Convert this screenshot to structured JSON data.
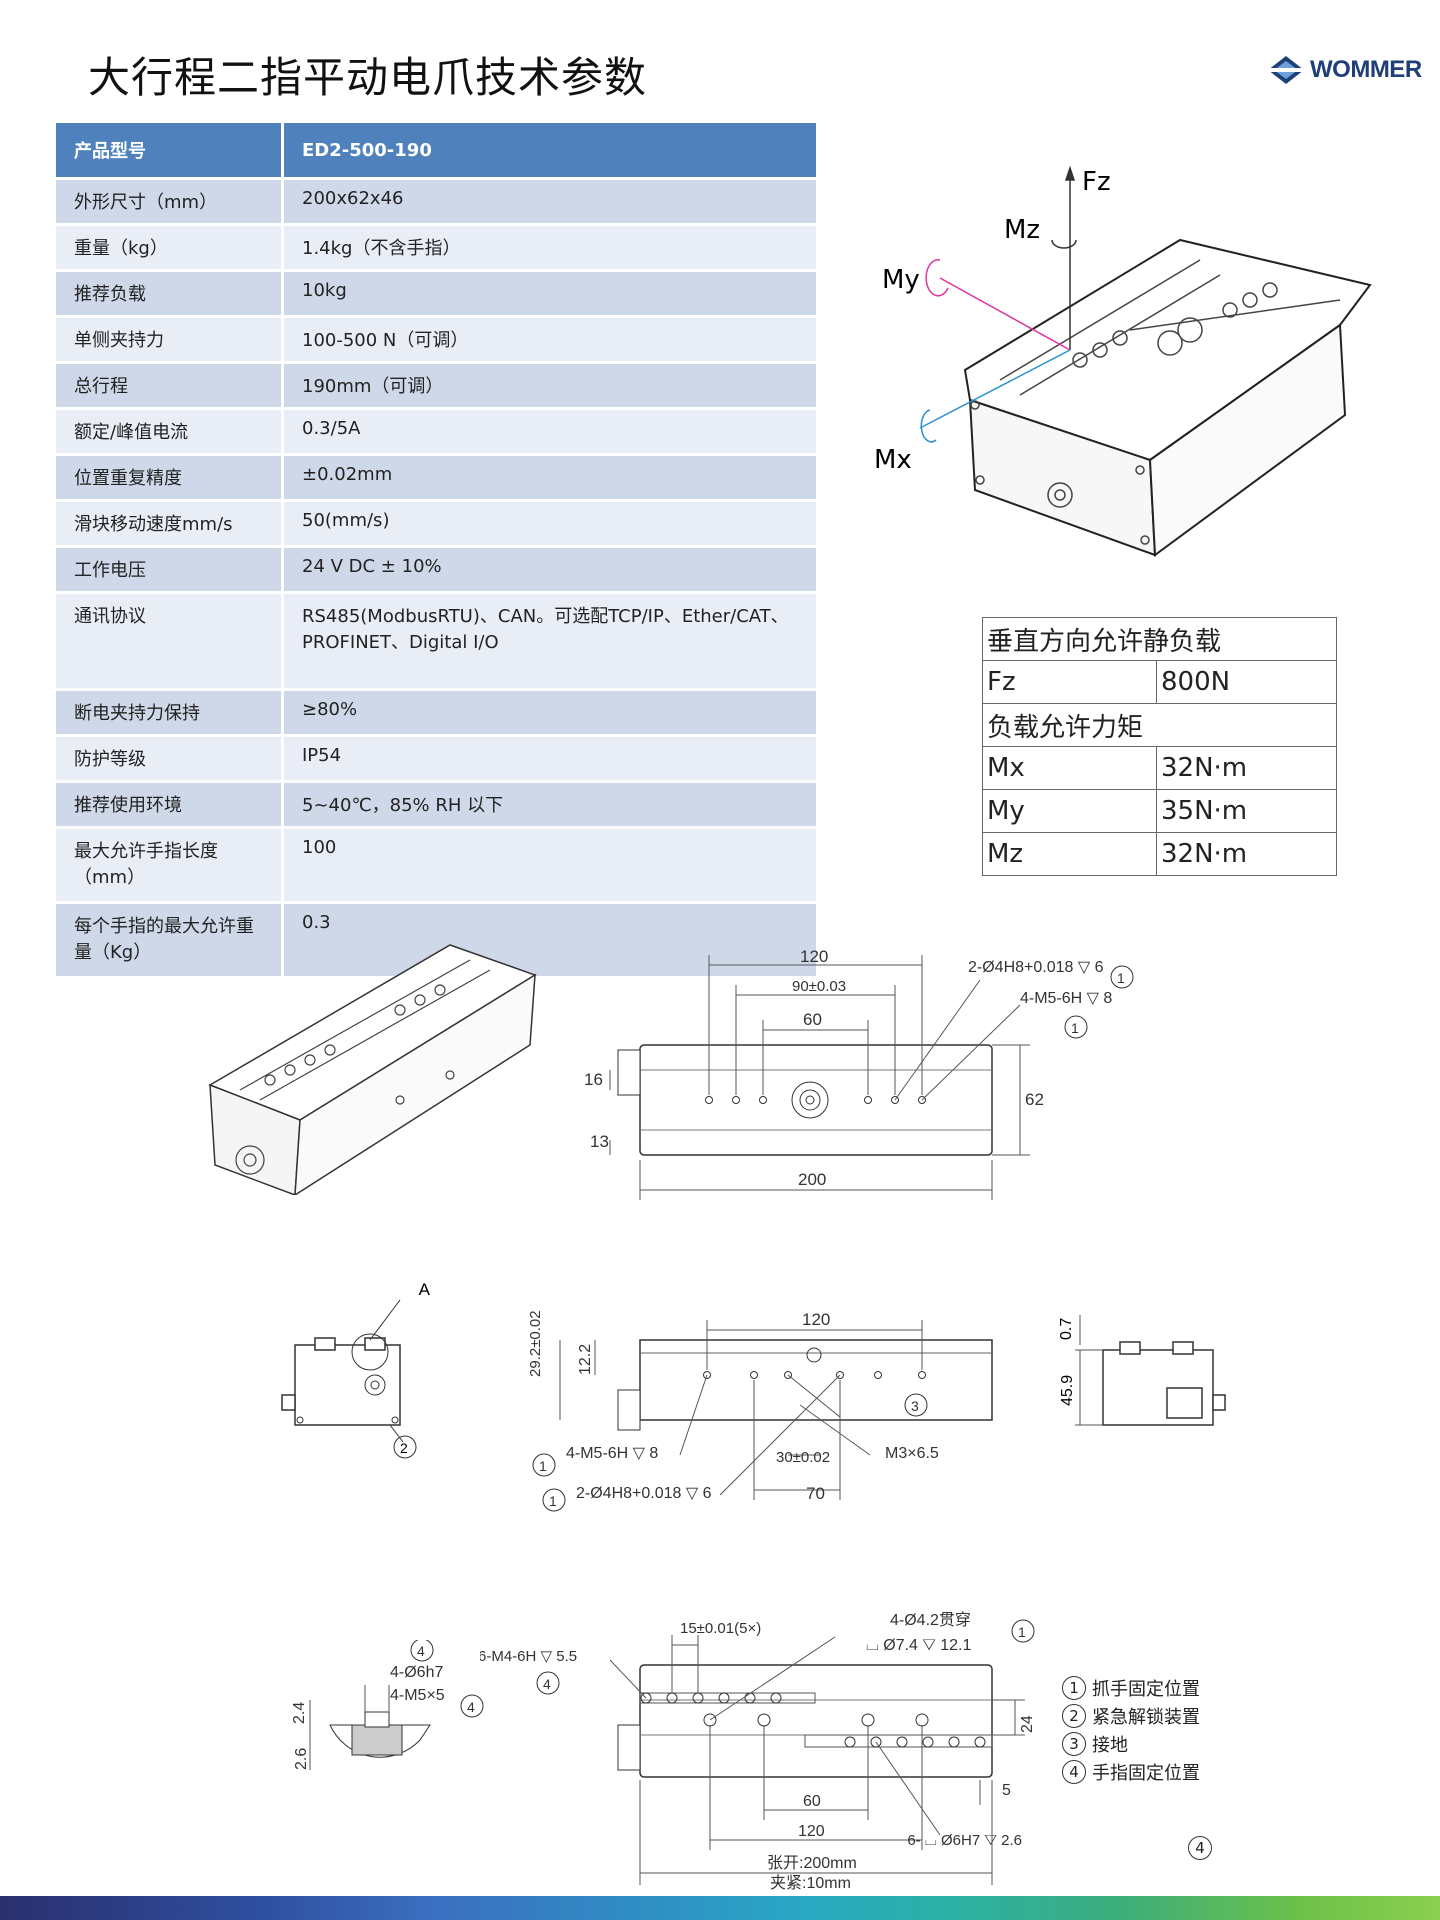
{
  "title": "大行程二指平动电爪技术参数",
  "logo": {
    "text": "WOMMER"
  },
  "spec_table": {
    "header": {
      "key": "产品型号",
      "value": "ED2-500-190"
    },
    "rows": [
      {
        "key": "外形尺寸（mm）",
        "value": "200x62x46"
      },
      {
        "key": "重量（kg）",
        "value": "1.4kg（不含手指）"
      },
      {
        "key": "推荐负载",
        "value": "10kg"
      },
      {
        "key": "单侧夹持力",
        "value": "100-500 N（可调）"
      },
      {
        "key": "总行程",
        "value": "190mm（可调）"
      },
      {
        "key": "额定/峰值电流",
        "value": "0.3/5A"
      },
      {
        "key": "位置重复精度",
        "value": "±0.02mm"
      },
      {
        "key": "滑块移动速度mm/s",
        "value": "50(mm/s)"
      },
      {
        "key": "工作电压",
        "value": "24 V DC ± 10%"
      },
      {
        "key": "通讯协议",
        "value": "RS485(ModbusRTU)、CAN。可选配TCP/IP、Ether/CAT、PROFINET、Digital I/O"
      },
      {
        "key": "断电夹持力保持",
        "value": "≥80%"
      },
      {
        "key": "防护等级",
        "value": "IP54"
      },
      {
        "key": "推荐使用环境",
        "value": "5~40℃，85% RH 以下"
      },
      {
        "key": "最大允许手指长度（mm）",
        "value": "100"
      },
      {
        "key": "每个手指的最大允许重量（Kg）",
        "value": "0.3"
      }
    ]
  },
  "load_table": {
    "static_title": "垂直方向允许静负载",
    "fz": {
      "label": "Fz",
      "value": "800N"
    },
    "moment_title": "负载允许力矩",
    "moments": [
      {
        "label": "Mx",
        "value": "32N·m"
      },
      {
        "label": "My",
        "value": "35N·m"
      },
      {
        "label": "Mz",
        "value": "32N·m"
      }
    ]
  },
  "axes_labels": {
    "fz": "Fz",
    "mz": "Mz",
    "my": "My",
    "mx": "Mx"
  },
  "dimensions": {
    "top_view": {
      "d120": "120",
      "d90": "90±0.03",
      "d60": "60",
      "d200": "200",
      "d62": "62",
      "d16": "16",
      "d13": "13",
      "note1": "2-Ø4H8+0.018 ▽ 6",
      "note2": "4-M5-6H ▽ 8",
      "c1": "1",
      "c2": "1"
    },
    "side_view": {
      "d120": "120",
      "d29": "29.2±0.02",
      "d12": "12.2",
      "d30": "30±0.02",
      "d70": "70",
      "note1": "4-M5-6H ▽ 8",
      "note2": "2-Ø4H8+0.018 ▽ 6",
      "note3": "M3×6.5",
      "c1": "1",
      "c2": "1",
      "c3": "3"
    },
    "end_view_left": {
      "a": "A",
      "c2": "2"
    },
    "end_view_right": {
      "d07": "0.7",
      "d459": "45.9"
    },
    "detail": {
      "d24": "2.4",
      "d26": "2.6",
      "note1": "4-Ø6h7",
      "note2": "4-M5×5",
      "c4a": "4",
      "c4b": "4"
    },
    "bottom_view": {
      "note1": "6-M4-6H ▽ 5.5",
      "note2": "15±0.01(5×)",
      "note3": "4-Ø4.2贯穿",
      "note4": "⌴ Ø7.4 ▽ 12.1",
      "d24": "24",
      "d5": "5",
      "d60": "60",
      "d120": "120",
      "open": "张开:200mm",
      "close": "夹紧:10mm",
      "note5": "6- ⌴ Ø6H7 ▽ 2.6",
      "c4a": "4",
      "c1": "1",
      "c4b": "4"
    }
  },
  "legend": [
    {
      "num": "1",
      "text": "抓手固定位置"
    },
    {
      "num": "2",
      "text": "紧急解锁装置"
    },
    {
      "num": "3",
      "text": "接地"
    },
    {
      "num": "4",
      "text": "手指固定位置"
    }
  ]
}
